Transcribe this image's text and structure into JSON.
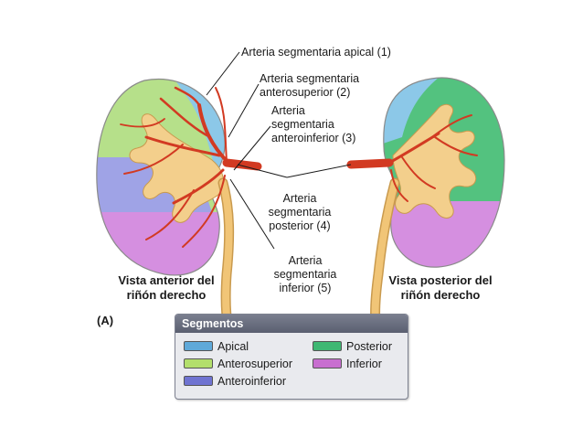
{
  "labels": {
    "apical": "Arteria segmentaria apical (1)",
    "anterosuperior": [
      "Arteria segmentaria",
      "anterosuperior (2)"
    ],
    "anteroinferior": [
      "Arteria",
      "segmentaria",
      "anteroinferior (3)"
    ],
    "posterior": [
      "Arteria",
      "segmentaria",
      "posterior (4)"
    ],
    "inferior": [
      "Arteria",
      "segmentaria",
      "inferior (5)"
    ]
  },
  "captions": {
    "left": [
      "Vista anterior del",
      "riñón derecho"
    ],
    "right": [
      "Vista posterior del",
      "riñón derecho"
    ],
    "panel": "(A)"
  },
  "legend": {
    "title": "Segmentos",
    "items": [
      {
        "label": "Apical",
        "color": "#5fa9d9"
      },
      {
        "label": "Anterosuperior",
        "color": "#b3df6c"
      },
      {
        "label": "Anteroinferior",
        "color": "#6f73d1"
      },
      {
        "label": "Posterior",
        "color": "#3fb873"
      },
      {
        "label": "Inferior",
        "color": "#c86fd0"
      }
    ]
  },
  "colors": {
    "apical": "#8cc8e8",
    "anterosuperior": "#b6e08a",
    "anteroinferior": "#9fa3e6",
    "posterior": "#53c27f",
    "inferior": "#d58fe0",
    "pelvis": "#f3cf8c",
    "ureter": "#e9b962",
    "artery": "#d23a22"
  }
}
